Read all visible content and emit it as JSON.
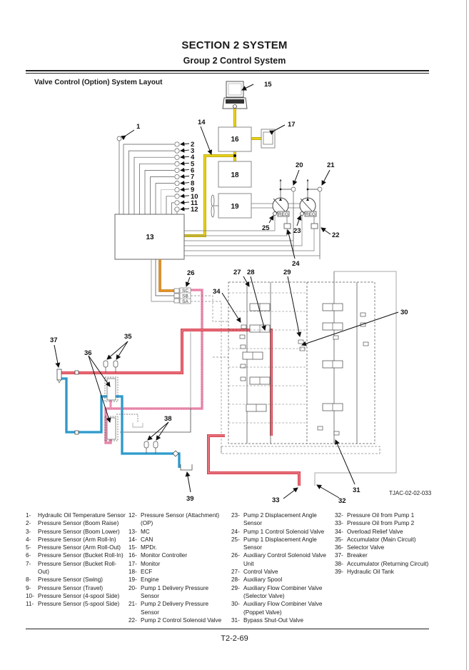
{
  "header": {
    "section_title": "SECTION 2 SYSTEM",
    "group_title": "Group 2 Control System"
  },
  "diagram": {
    "title": "Valve Control (Option) System Layout",
    "figure_id": "TJAC-02-02-033",
    "colors": {
      "can_bus": "#e8d21e",
      "pilot_orange": "#e8901e",
      "pump_pressure_red": "#d9424f",
      "pilot_pink": "#ec8fb2",
      "return_blue": "#3ba9d9",
      "line_gray": "#9a9a9a",
      "line_dark": "#333333"
    },
    "boxes": {
      "mc": "13",
      "monitor_controller": "16",
      "ecf": "18",
      "engine": "19"
    },
    "pump_regulator_label": "REG",
    "solenoid_ports": [
      "SC",
      "SB",
      "SA"
    ],
    "callouts": [
      "1",
      "2",
      "3",
      "4",
      "5",
      "6",
      "7",
      "8",
      "9",
      "10",
      "11",
      "12",
      "14",
      "15",
      "17",
      "20",
      "21",
      "22",
      "23",
      "24",
      "25",
      "26",
      "27",
      "28",
      "29",
      "30",
      "31",
      "32",
      "33",
      "34",
      "35",
      "36",
      "37",
      "38",
      "39"
    ]
  },
  "legend": {
    "columns": [
      [
        {
          "num": "1-",
          "text": "Hydraulic Oil Temperature Sensor"
        },
        {
          "num": "2-",
          "text": "Pressure Sensor (Boom Raise)"
        },
        {
          "num": "3-",
          "text": "Pressure Sensor (Boom Lower)"
        },
        {
          "num": "4-",
          "text": "Pressure Sensor (Arm Roll-In)"
        },
        {
          "num": "5-",
          "text": "Pressure Sensor (Arm Roll-Out)"
        },
        {
          "num": "6-",
          "text": "Pressure Sensor (Bucket Roll-In)"
        },
        {
          "num": "7-",
          "text": "Pressure Sensor (Bucket Roll-Out)"
        },
        {
          "num": "8-",
          "text": "Pressure Sensor (Swing)"
        },
        {
          "num": "9-",
          "text": "Pressure Sensor (Travel)"
        },
        {
          "num": "10-",
          "text": "Pressure Sensor (4-spool Side)"
        },
        {
          "num": "11-",
          "text": "Pressure Sensor (5-spool Side)"
        }
      ],
      [
        {
          "num": "12-",
          "text": "Pressure Sensor (Attachment) (OP)"
        },
        {
          "num": "13-",
          "text": "MC"
        },
        {
          "num": "14-",
          "text": "CAN"
        },
        {
          "num": "15-",
          "text": "MPDr."
        },
        {
          "num": "16-",
          "text": "Monitor Controller"
        },
        {
          "num": "17-",
          "text": "Monitor"
        },
        {
          "num": "18-",
          "text": "ECF"
        },
        {
          "num": "19-",
          "text": "Engine"
        },
        {
          "num": "20-",
          "text": "Pump 1 Delivery Pressure Sensor"
        },
        {
          "num": "21-",
          "text": "Pump 2 Delivery Pressure Sensor"
        },
        {
          "num": "22-",
          "text": "Pump 2 Control Solenoid Valve"
        }
      ],
      [
        {
          "num": "23-",
          "text": "Pump 2 Displacement Angle Sensor"
        },
        {
          "num": "24-",
          "text": "Pump 1 Control Solenoid Valve"
        },
        {
          "num": "25-",
          "text": "Pump 1 Displacement Angle Sensor"
        },
        {
          "num": "26-",
          "text": "Auxiliary Control Solenoid Valve Unit"
        },
        {
          "num": "27-",
          "text": "Control Valve"
        },
        {
          "num": "28-",
          "text": "Auxiliary Spool"
        },
        {
          "num": "29-",
          "text": "Auxiliary Flow Combiner Valve (Selector Valve)"
        },
        {
          "num": "30-",
          "text": "Auxiliary Flow Combiner Valve (Poppet Valve)"
        },
        {
          "num": "31-",
          "text": "Bypass Shut-Out Valve"
        }
      ],
      [
        {
          "num": "32-",
          "text": "Pressure Oil from Pump 1"
        },
        {
          "num": "33-",
          "text": "Pressure Oil from Pump 2"
        },
        {
          "num": "34-",
          "text": "Overload Relief Valve"
        },
        {
          "num": "35-",
          "text": "Accumulator (Main Circuit)"
        },
        {
          "num": "36-",
          "text": "Selector Valve"
        },
        {
          "num": "37-",
          "text": "Breaker"
        },
        {
          "num": "38-",
          "text": "Accumulator (Returning Circuit)"
        },
        {
          "num": "39-",
          "text": "Hydraulic Oil Tank"
        }
      ]
    ]
  },
  "footer": {
    "page_number": "T2-2-69"
  }
}
